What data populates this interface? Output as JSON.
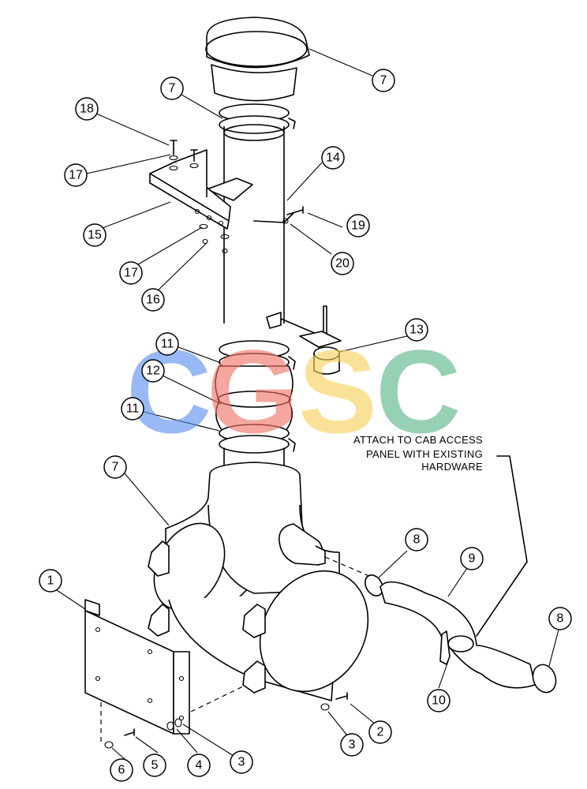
{
  "callouts": [
    "7",
    "7",
    "18",
    "17",
    "14",
    "19",
    "15",
    "20",
    "17",
    "16",
    "11",
    "13",
    "12",
    "11",
    "7",
    "8",
    "9",
    "8",
    "1",
    "10",
    "2",
    "3",
    "5",
    "4",
    "6",
    "3"
  ],
  "note": {
    "lines": [
      "ATTACH TO CAB ACCESS",
      "PANEL WITH EXISTING",
      "HARDWARE"
    ]
  },
  "watermark": {
    "letters": [
      "C",
      "G",
      "S",
      "C"
    ],
    "colors": [
      "#5a8ff0",
      "#ef7266",
      "#f6d15a",
      "#57b68a"
    ]
  }
}
